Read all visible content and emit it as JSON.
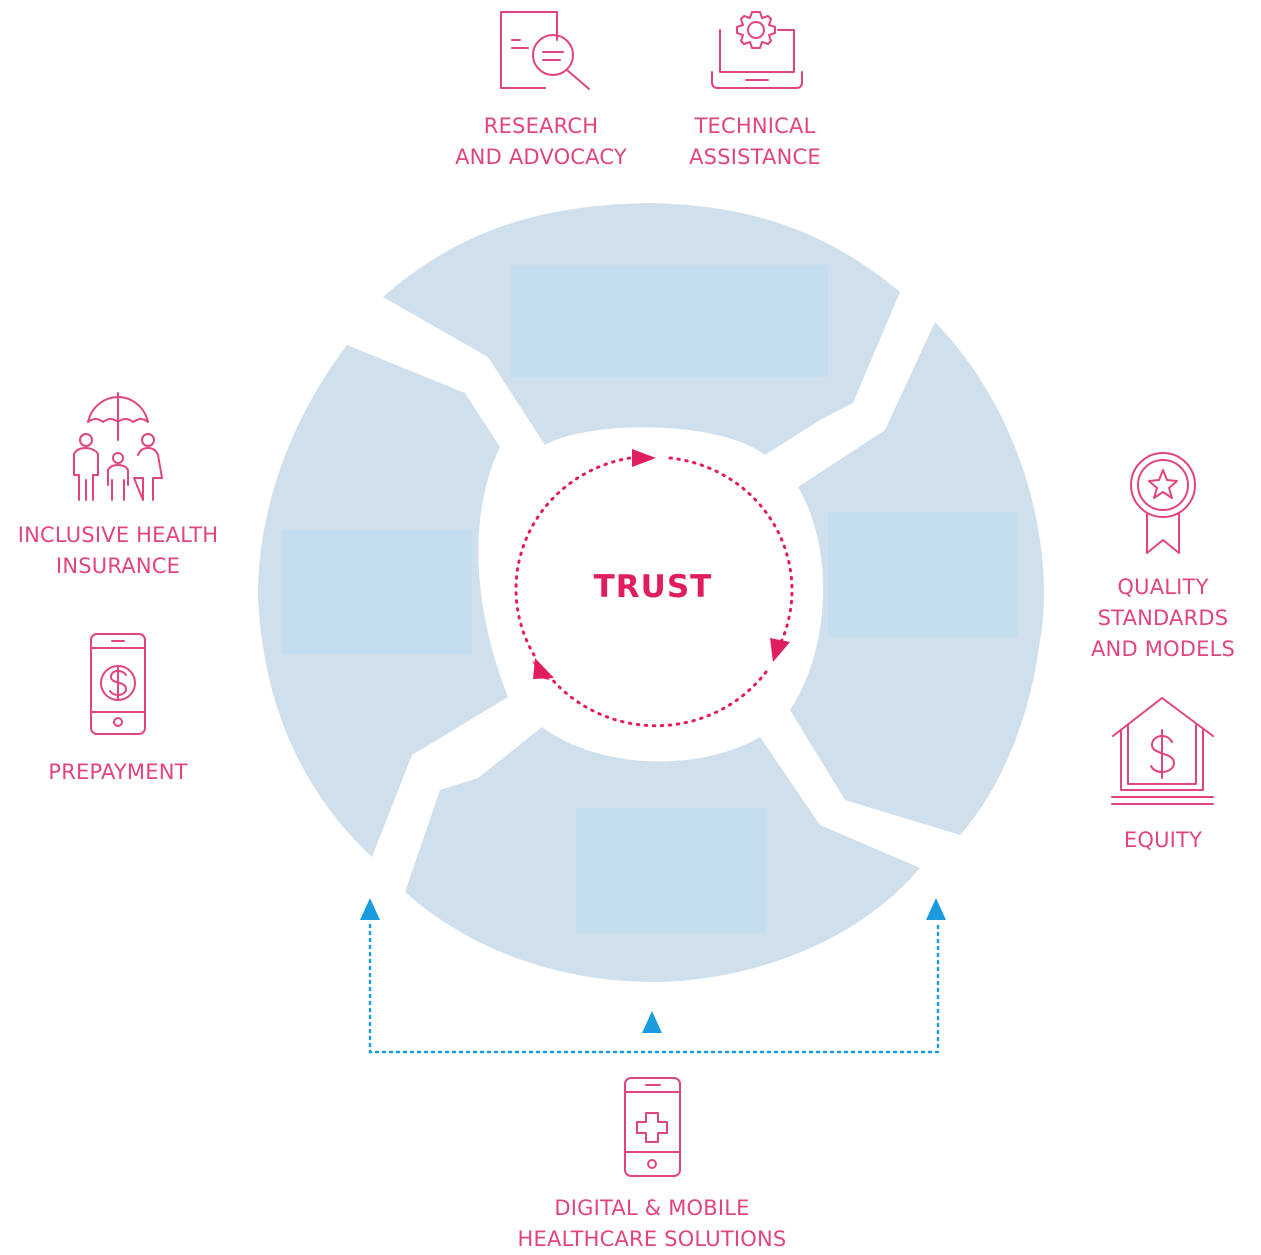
{
  "center": {
    "title": "TRUST"
  },
  "top_items": [
    {
      "icon": "research-document-magnifier-icon",
      "lines": [
        "RESEARCH",
        "AND ADVOCACY"
      ]
    },
    {
      "icon": "laptop-gear-icon",
      "lines": [
        "TECHNICAL",
        "ASSISTANCE"
      ]
    }
  ],
  "left_items": [
    {
      "icon": "family-umbrella-icon",
      "lines": [
        "INCLUSIVE HEALTH",
        "INSURANCE"
      ]
    },
    {
      "icon": "phone-dollar-icon",
      "lines": [
        "PREPAYMENT"
      ]
    }
  ],
  "right_items": [
    {
      "icon": "award-ribbon-star-icon",
      "lines": [
        "QUALITY",
        "STANDARDS",
        "AND MODELS"
      ]
    },
    {
      "icon": "house-dollar-icon",
      "lines": [
        "EQUITY"
      ]
    }
  ],
  "bottom_item": {
    "icon": "phone-medical-cross-icon",
    "lines": [
      "DIGITAL & MOBILE",
      "HEALTHCARE SOLUTIONS"
    ]
  },
  "colors": {
    "accent": "#e0457f",
    "trust_text": "#e01e5f",
    "segment_fill": "#cfe0ec",
    "segment_box": "#c4def0",
    "connector_blue": "#1a9be0"
  }
}
